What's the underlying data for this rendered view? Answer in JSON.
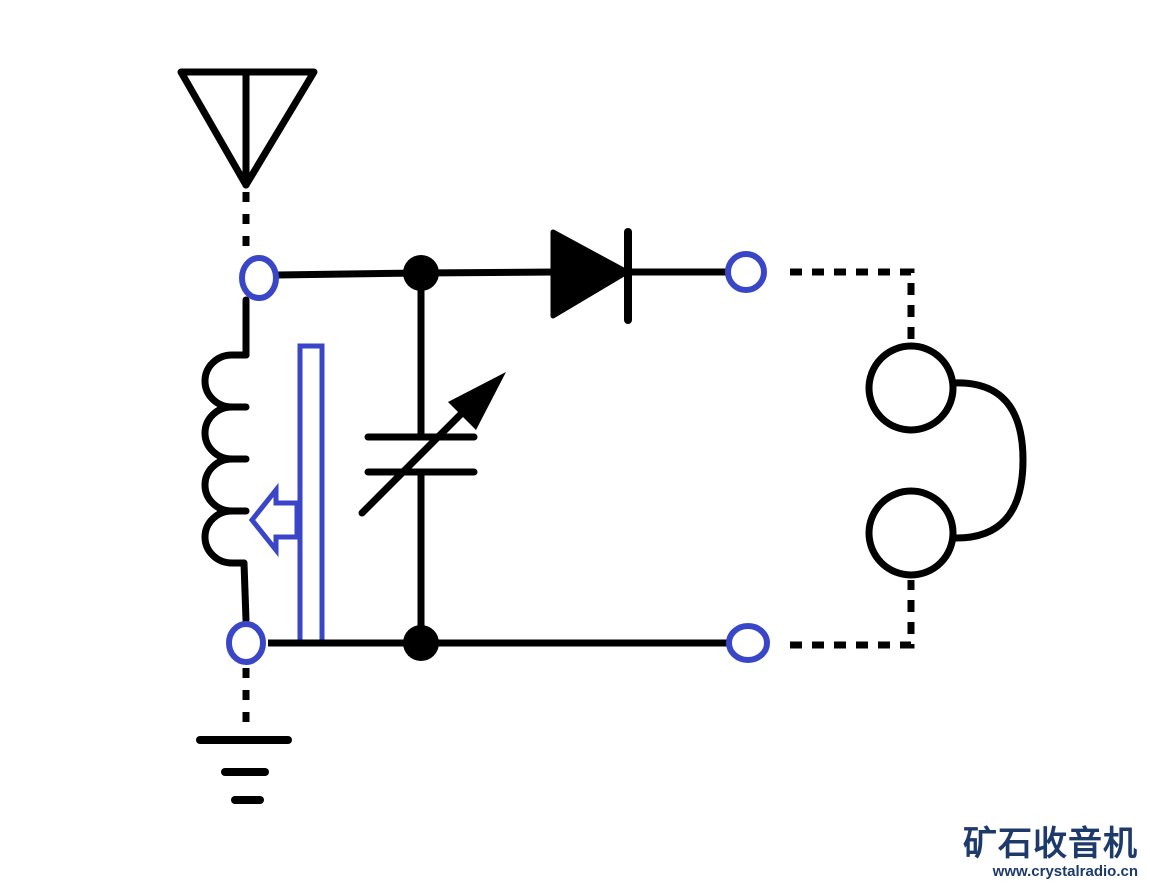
{
  "colors": {
    "wire": "#000000",
    "terminal": "#3a46c8",
    "ferrite": "#3a46c8",
    "watermark_title": "#1d3a6b",
    "watermark_url": "#1d3a6b"
  },
  "components": [
    {
      "name": "antenna",
      "icon": "antenna-icon"
    },
    {
      "name": "tuning-coil",
      "icon": "inductor-icon"
    },
    {
      "name": "ferrite-rod",
      "icon": "ferrite-rod-icon"
    },
    {
      "name": "variable-capacitor",
      "icon": "variable-capacitor-icon"
    },
    {
      "name": "crystal-diode",
      "icon": "diode-icon"
    },
    {
      "name": "headphones",
      "icon": "headphones-icon"
    },
    {
      "name": "ground",
      "icon": "ground-icon"
    }
  ],
  "watermark": {
    "title": "矿石收音机",
    "url": "www.crystalradio.cn"
  }
}
